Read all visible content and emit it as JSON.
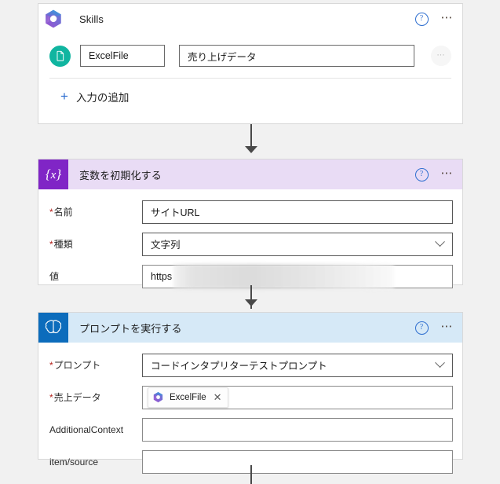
{
  "page": {
    "background": "#f1f1f1",
    "accent_blue": "#2f6fd0",
    "required_red": "#b4231d"
  },
  "cards": [
    {
      "id": "skills",
      "title": "Skills",
      "header_icon": "microsoft-copilot-logo-icon",
      "header_style": "plain",
      "help_icon": "help-circle-icon",
      "more_icon": "more-horizontal-icon",
      "skill_row": {
        "leading_icon": "document-file-icon",
        "key_value": "ExcelFile",
        "value_value": "売り上げデータ",
        "row_more_icon": "more-horizontal-icon"
      },
      "add_input": {
        "plus_icon": "plus-icon",
        "label": "入力の追加"
      }
    },
    {
      "id": "initialize-variable",
      "title": "変数を初期化する",
      "header_icon": "variable-braces-x-icon",
      "header_style": "lavender",
      "header_icon_color": "#8025c6",
      "header_band_color": "#e9dcf5",
      "help_icon": "help-circle-icon",
      "more_icon": "more-horizontal-icon",
      "fields": [
        {
          "label": "名前",
          "required": true,
          "value": "サイトURL",
          "control": "text"
        },
        {
          "label": "種類",
          "required": true,
          "value": "文字列",
          "control": "dropdown"
        },
        {
          "label": "値",
          "required": false,
          "value": "https",
          "control": "text-redacted"
        }
      ]
    },
    {
      "id": "run-prompt",
      "title": "プロンプトを実行する",
      "header_icon": "ai-builder-brain-icon",
      "header_style": "skyblue",
      "header_icon_color": "#0c6cbc",
      "header_band_color": "#d6e9f7",
      "help_icon": "help-circle-icon",
      "more_icon": "more-horizontal-icon",
      "fields": [
        {
          "label": "プロンプト",
          "required": true,
          "value": "コードインタプリターテストプロンプト",
          "control": "dropdown"
        },
        {
          "label": "売上データ",
          "required": true,
          "value": "",
          "control": "token",
          "token": {
            "icon": "microsoft-copilot-logo-icon",
            "label": "ExcelFile",
            "remove_icon": "close-icon"
          }
        },
        {
          "label": "AdditionalContext",
          "required": false,
          "value": "",
          "control": "text"
        },
        {
          "label": "item/source",
          "required": false,
          "value": "",
          "control": "text"
        }
      ]
    }
  ],
  "connectors": [
    {
      "from": "skills",
      "to": "initialize-variable",
      "icon": "arrow-down-icon"
    },
    {
      "from": "initialize-variable",
      "to": "run-prompt",
      "icon": "arrow-down-icon"
    },
    {
      "from": "run-prompt",
      "to": "next",
      "icon": "arrow-down-icon"
    }
  ]
}
